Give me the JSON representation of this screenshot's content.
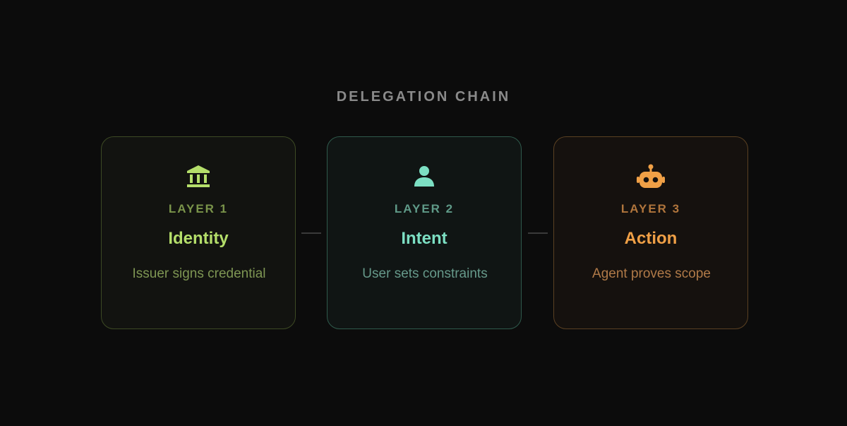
{
  "diagram": {
    "title": "DELEGATION CHAIN",
    "layers": [
      {
        "layer_label": "LAYER 1",
        "name": "Identity",
        "description": "Issuer signs credential",
        "icon": "bank-icon",
        "accent_color": "#b4de6a"
      },
      {
        "layer_label": "LAYER 2",
        "name": "Intent",
        "description": "User sets constraints",
        "icon": "user-icon",
        "accent_color": "#7cdfc3"
      },
      {
        "layer_label": "LAYER 3",
        "name": "Action",
        "description": "Agent proves scope",
        "icon": "robot-icon",
        "accent_color": "#f0a046"
      }
    ],
    "background_color": "#0c0c0c"
  }
}
